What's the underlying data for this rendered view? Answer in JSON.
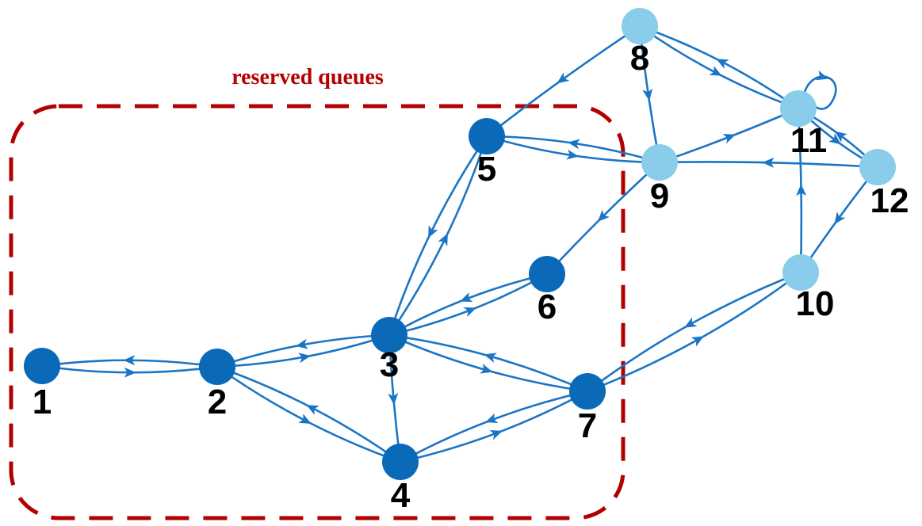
{
  "region": {
    "label": "reserved queues",
    "color": "#b30000"
  },
  "colors": {
    "reserved_node": "#0b6ab8",
    "other_node": "#89cdea",
    "edge": "#1a75c4"
  },
  "nodes": [
    {
      "id": "1",
      "label": "1",
      "reserved": true
    },
    {
      "id": "2",
      "label": "2",
      "reserved": true
    },
    {
      "id": "3",
      "label": "3",
      "reserved": true
    },
    {
      "id": "4",
      "label": "4",
      "reserved": true
    },
    {
      "id": "5",
      "label": "5",
      "reserved": true
    },
    {
      "id": "6",
      "label": "6",
      "reserved": true
    },
    {
      "id": "7",
      "label": "7",
      "reserved": true
    },
    {
      "id": "8",
      "label": "8",
      "reserved": false
    },
    {
      "id": "9",
      "label": "9",
      "reserved": false
    },
    {
      "id": "10",
      "label": "10",
      "reserved": false
    },
    {
      "id": "11",
      "label": "11",
      "reserved": false
    },
    {
      "id": "12",
      "label": "12",
      "reserved": false
    }
  ],
  "edges": [
    {
      "from": "1",
      "to": "2"
    },
    {
      "from": "2",
      "to": "1"
    },
    {
      "from": "2",
      "to": "3"
    },
    {
      "from": "3",
      "to": "2"
    },
    {
      "from": "2",
      "to": "4"
    },
    {
      "from": "4",
      "to": "2"
    },
    {
      "from": "3",
      "to": "4"
    },
    {
      "from": "3",
      "to": "5"
    },
    {
      "from": "5",
      "to": "3"
    },
    {
      "from": "3",
      "to": "6"
    },
    {
      "from": "6",
      "to": "3"
    },
    {
      "from": "3",
      "to": "7"
    },
    {
      "from": "7",
      "to": "3"
    },
    {
      "from": "4",
      "to": "7"
    },
    {
      "from": "7",
      "to": "4"
    },
    {
      "from": "5",
      "to": "9"
    },
    {
      "from": "9",
      "to": "5"
    },
    {
      "from": "8",
      "to": "5"
    },
    {
      "from": "8",
      "to": "9"
    },
    {
      "from": "8",
      "to": "11"
    },
    {
      "from": "11",
      "to": "8"
    },
    {
      "from": "9",
      "to": "6"
    },
    {
      "from": "9",
      "to": "11"
    },
    {
      "from": "12",
      "to": "9"
    },
    {
      "from": "7",
      "to": "10"
    },
    {
      "from": "10",
      "to": "7"
    },
    {
      "from": "10",
      "to": "11"
    },
    {
      "from": "12",
      "to": "10"
    },
    {
      "from": "11",
      "to": "12"
    },
    {
      "from": "12",
      "to": "11"
    },
    {
      "from": "11",
      "to": "11"
    }
  ]
}
